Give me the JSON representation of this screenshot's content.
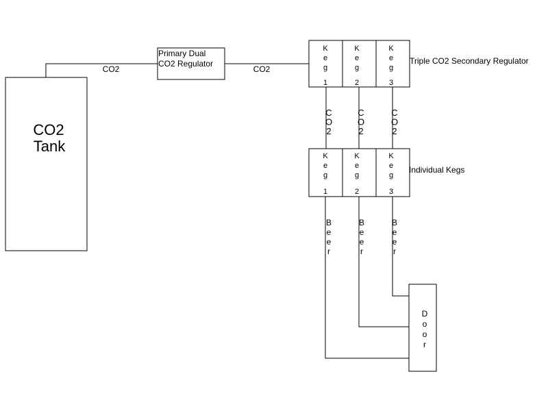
{
  "tank": {
    "line1": "CO2",
    "line2": "Tank"
  },
  "primary_regulator": {
    "line1": "Primary Dual",
    "line2": "CO2 Regulator"
  },
  "gas_labels": {
    "tank_to_primary": "CO2",
    "primary_to_secondary": "CO2"
  },
  "secondary_regulator": {
    "title": "Triple CO2 Secondary Regulator",
    "cells": [
      {
        "word": "Keg",
        "number": "1"
      },
      {
        "word": "Keg",
        "number": "2"
      },
      {
        "word": "Keg",
        "number": "3"
      }
    ]
  },
  "co2_lines": [
    "CO2",
    "CO2",
    "CO2"
  ],
  "kegs": {
    "title": "Individual Kegs",
    "cells": [
      {
        "word": "Keg",
        "number": "1"
      },
      {
        "word": "Keg",
        "number": "2"
      },
      {
        "word": "Keg",
        "number": "3"
      }
    ]
  },
  "beer_lines": [
    "Beer",
    "Beer",
    "Beer"
  ],
  "door": {
    "label": "Door"
  }
}
